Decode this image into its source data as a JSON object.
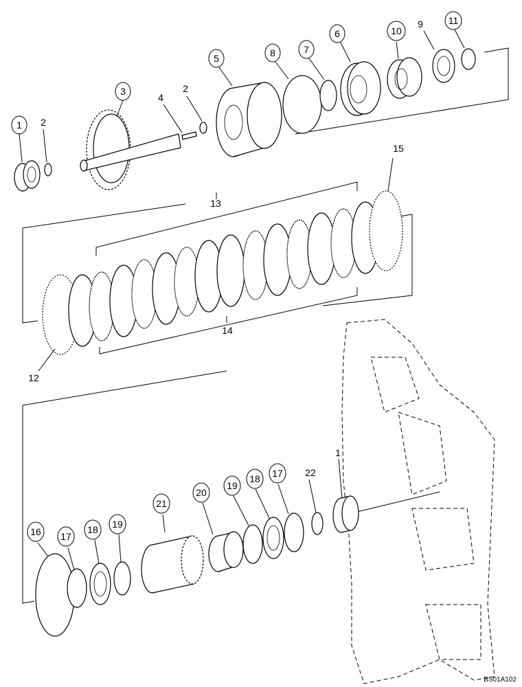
{
  "callouts": [
    {
      "id": "c1a",
      "label": "1"
    },
    {
      "id": "c2a",
      "label": "2"
    },
    {
      "id": "c3",
      "label": "3"
    },
    {
      "id": "c4",
      "label": "4"
    },
    {
      "id": "c2b",
      "label": "2"
    },
    {
      "id": "c5",
      "label": "5"
    },
    {
      "id": "c8",
      "label": "8"
    },
    {
      "id": "c7",
      "label": "7"
    },
    {
      "id": "c6",
      "label": "6"
    },
    {
      "id": "c10",
      "label": "10"
    },
    {
      "id": "c9",
      "label": "9"
    },
    {
      "id": "c11",
      "label": "11"
    },
    {
      "id": "c16",
      "label": "16"
    },
    {
      "id": "c17a",
      "label": "17"
    },
    {
      "id": "c18a",
      "label": "18"
    },
    {
      "id": "c19a",
      "label": "19"
    },
    {
      "id": "c21",
      "label": "21"
    },
    {
      "id": "c20",
      "label": "20"
    },
    {
      "id": "c19b",
      "label": "19"
    },
    {
      "id": "c18b",
      "label": "18"
    },
    {
      "id": "c17b",
      "label": "17"
    }
  ],
  "labels": [
    {
      "id": "l13",
      "label": "13"
    },
    {
      "id": "l15",
      "label": "15"
    },
    {
      "id": "l14",
      "label": "14"
    },
    {
      "id": "l12",
      "label": "12"
    },
    {
      "id": "l22",
      "label": "22"
    },
    {
      "id": "l1b",
      "label": "1"
    }
  ],
  "reference_code": "BS01A102"
}
